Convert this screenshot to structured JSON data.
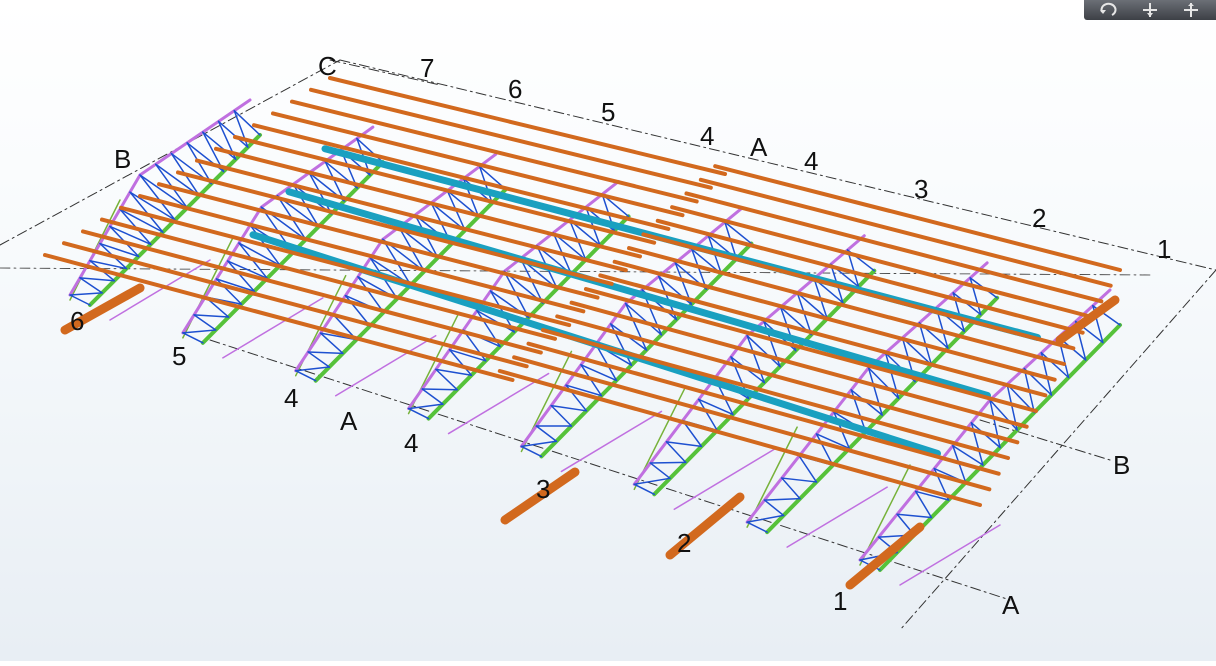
{
  "toolbar": {
    "buttons": [
      {
        "name": "rotate-view-icon"
      },
      {
        "name": "pan-view-icon"
      },
      {
        "name": "zoom-view-icon"
      }
    ]
  },
  "colors": {
    "purlin": "#d2691e",
    "truss_web": "#1e50d0",
    "truss_chord_top": "#c070e0",
    "truss_chord_bottom": "#56c23a",
    "tie_beam": "#1aa0c0",
    "brace": "#77b23a",
    "grid_line": "#333333"
  },
  "grid_labels": [
    {
      "id": "c-top",
      "text": "C"
    },
    {
      "id": "7-top",
      "text": "7"
    },
    {
      "id": "6-top",
      "text": "6"
    },
    {
      "id": "5-top",
      "text": "5"
    },
    {
      "id": "4-top-a",
      "text": "4"
    },
    {
      "id": "a-top",
      "text": "A"
    },
    {
      "id": "4-top-b",
      "text": "4"
    },
    {
      "id": "3-top",
      "text": "3"
    },
    {
      "id": "2-top",
      "text": "2"
    },
    {
      "id": "1-right",
      "text": "1"
    },
    {
      "id": "b-left",
      "text": "B"
    },
    {
      "id": "6-left",
      "text": "6"
    },
    {
      "id": "5-left",
      "text": "5"
    },
    {
      "id": "4-left-a",
      "text": "4"
    },
    {
      "id": "a-left",
      "text": "A"
    },
    {
      "id": "4-left-b",
      "text": "4"
    },
    {
      "id": "3-bottom",
      "text": "3"
    },
    {
      "id": "2-bottom",
      "text": "2"
    },
    {
      "id": "1-bottom",
      "text": "1"
    },
    {
      "id": "b-right",
      "text": "B"
    },
    {
      "id": "a-right",
      "text": "A"
    }
  ]
}
